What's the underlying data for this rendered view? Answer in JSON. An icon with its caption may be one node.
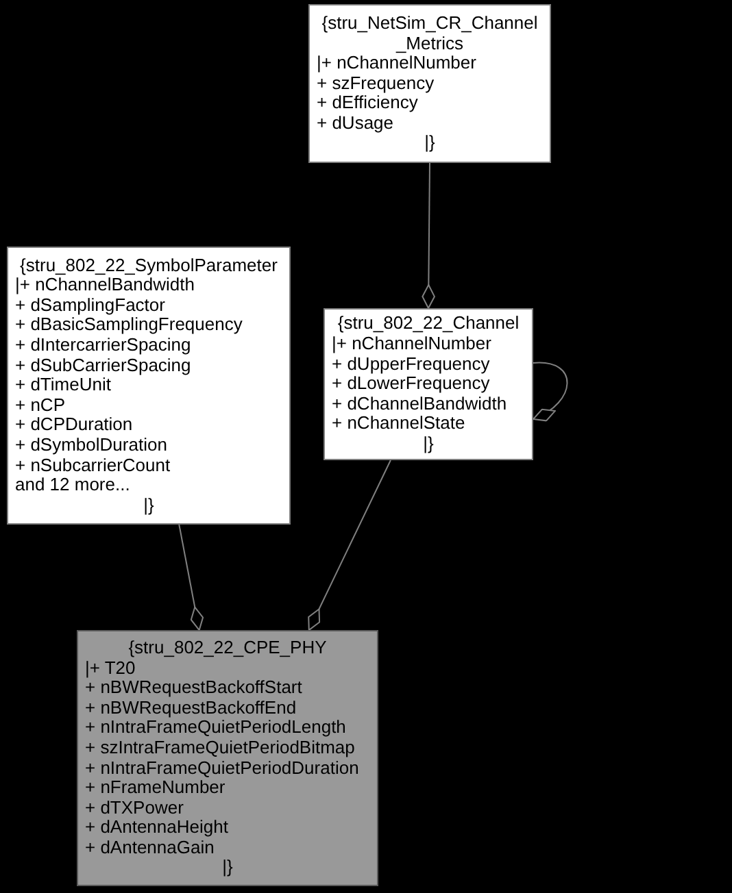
{
  "diagram": {
    "nodes": [
      {
        "text": [
          "{stru_NetSim_CR_Channel _Metrics",
          "|+ nChannelNumber",
          "+ szFrequency",
          "+ dEfficiency",
          "+ dUsage",
          "|}"
        ]
      },
      {
        "text": [
          "{stru_802_22_SymbolParameter",
          "|+ nChannelBandwidth",
          "+ dSamplingFactor",
          "+ dBasicSamplingFrequency",
          "+ dIntercarrierSpacing",
          "+ dSubCarrierSpacing",
          "+ dTimeUnit",
          "+ nCP",
          "+ dCPDuration",
          "+ dSymbolDuration",
          "+ nSubcarrierCount",
          "and 12 more...",
          "|}"
        ]
      },
      {
        "text": [
          "{stru_802_22_Channel",
          "|+ nChannelNumber",
          "+ dUpperFrequency",
          "+ dLowerFrequency",
          "+ dChannelBandwidth",
          "+ nChannelState",
          "|}"
        ]
      },
      {
        "text": [
          "{stru_802_22_CPE_PHY",
          "|+ T20",
          "+ nBWRequestBackoffStart",
          "+ nBWRequestBackoffEnd",
          "+ nIntraFrameQuietPeriodLength",
          "+ szIntraFrameQuietPeriodBitmap",
          "+ nIntraFrameQuietPeriodDuration",
          "+ nFrameNumber",
          "+ dTXPower",
          "+ dAntennaHeight",
          "+ dAntennaGain",
          "|}"
        ]
      }
    ],
    "edges": [
      {
        "from": 0,
        "to": 2,
        "arrow": "other"
      },
      {
        "from": 2,
        "to": 2,
        "arrow": "other"
      },
      {
        "from": 1,
        "to": 3,
        "arrow": "other"
      },
      {
        "from": 2,
        "to": 3,
        "arrow": "other"
      }
    ]
  }
}
